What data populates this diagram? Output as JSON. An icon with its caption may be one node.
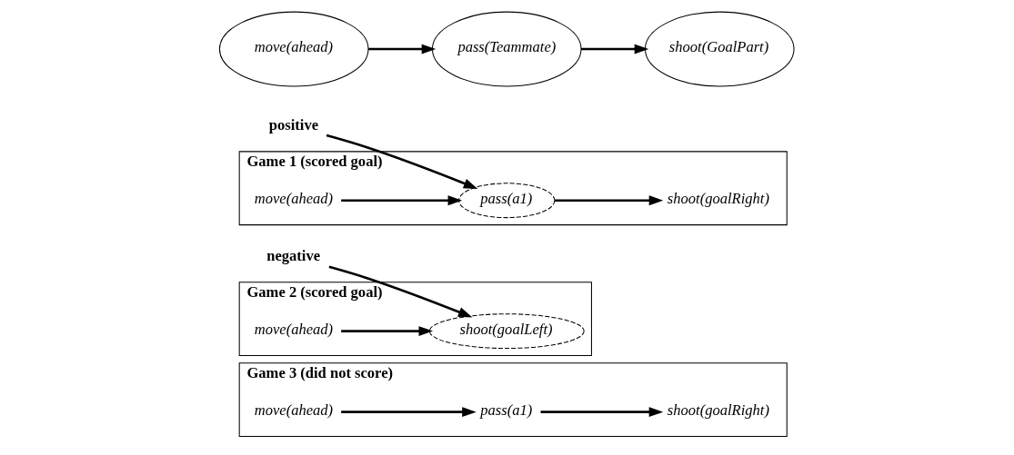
{
  "diagram": {
    "nodes": [
      {
        "text": [
          "move(ahead)"
        ]
      },
      {
        "text": [
          "pass(Teammate)"
        ]
      },
      {
        "text": [
          "shoot(GoalPart)"
        ]
      },
      {
        "text": [
          "Game 1 (scored goal)"
        ]
      },
      {
        "text": [
          "move(ahead)"
        ],
        "in": 3
      },
      {
        "text": [
          "pass(a1)"
        ],
        "in": 3
      },
      {
        "text": [
          "shoot(goalRight)"
        ],
        "in": 3
      },
      {
        "text": [
          "positive"
        ]
      },
      {
        "text": [
          "Game 2 (scored goal)"
        ]
      },
      {
        "text": [
          "move(ahead)"
        ],
        "in": 8
      },
      {
        "text": [
          "shoot(goalLeft)"
        ],
        "in": 8
      },
      {
        "text": [
          "negative"
        ]
      },
      {
        "text": [
          "Game 3 (did not score)"
        ]
      },
      {
        "text": [
          "move(ahead)"
        ],
        "in": 12
      },
      {
        "text": [
          "pass(a1)"
        ],
        "in": 12
      },
      {
        "text": [
          "shoot(goalRight)"
        ],
        "in": 12
      }
    ],
    "edges": [
      {
        "from": 0,
        "to": 1,
        "arrow": "to"
      },
      {
        "from": 1,
        "to": 2,
        "arrow": "to"
      },
      {
        "from": 4,
        "to": 5,
        "arrow": "to"
      },
      {
        "from": 5,
        "to": 6,
        "arrow": "to"
      },
      {
        "from": 7,
        "to": 5,
        "arrow": "to"
      },
      {
        "from": 9,
        "to": 10,
        "arrow": "to"
      },
      {
        "from": 11,
        "to": 10,
        "arrow": "to"
      },
      {
        "from": 13,
        "to": 14,
        "arrow": "to"
      },
      {
        "from": 14,
        "to": 15,
        "arrow": "to"
      }
    ]
  }
}
